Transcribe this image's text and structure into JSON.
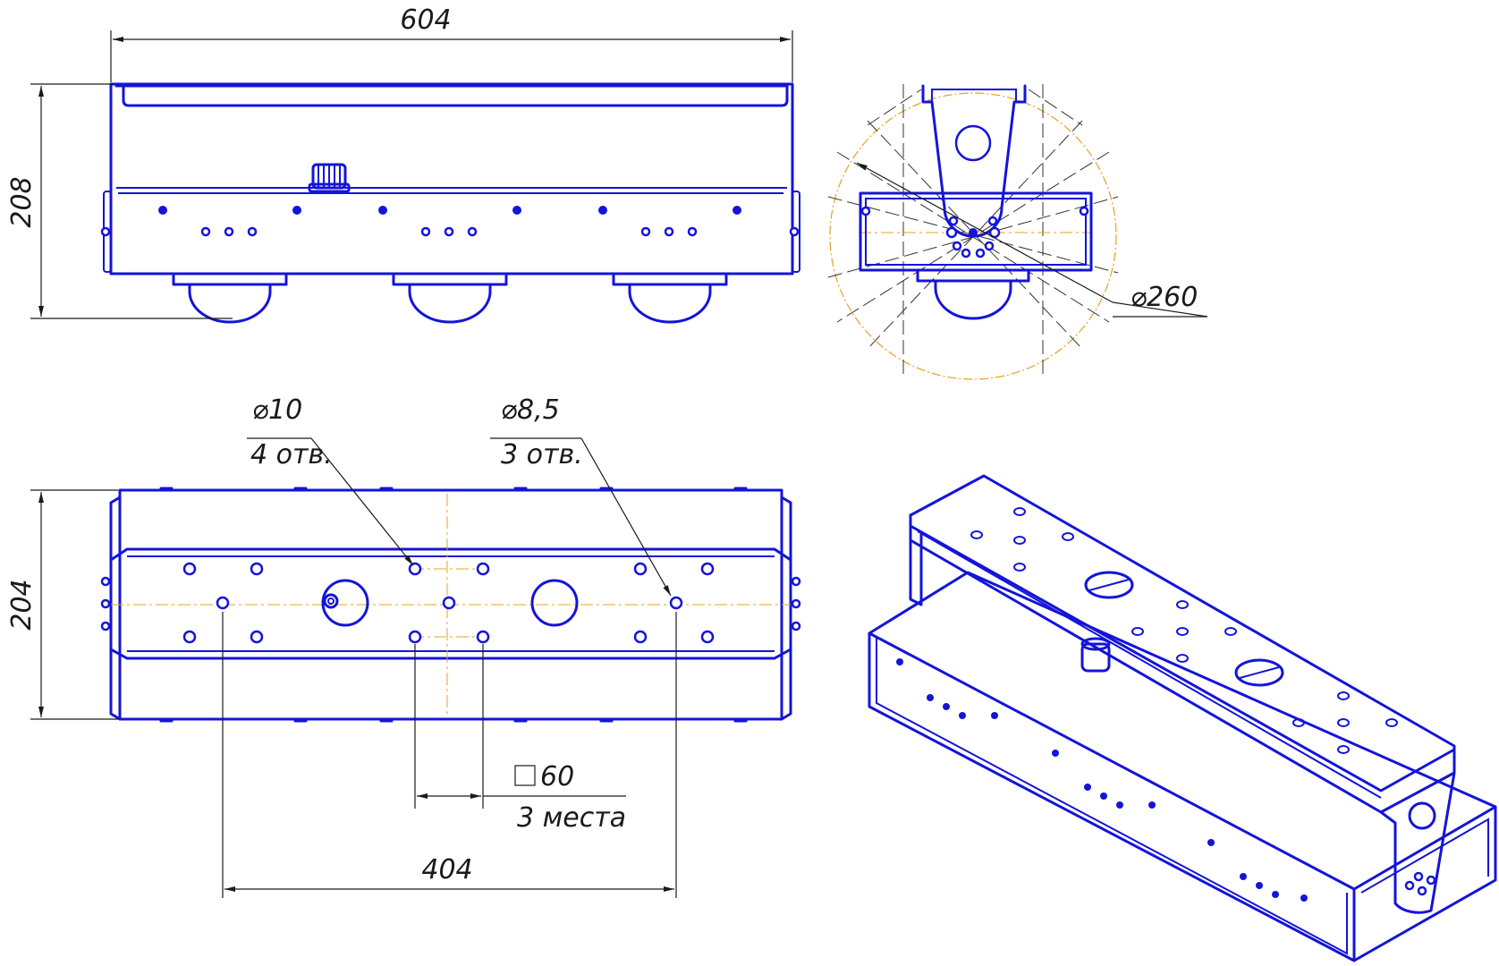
{
  "labels": {
    "overall_length": "604",
    "overall_height": "208",
    "swing_diameter": "⌀260",
    "hole_d10": "⌀10",
    "hole_d10_count": "4 отв.",
    "hole_d85": "⌀8,5",
    "hole_d85_count": "3 отв.",
    "square_size": "60",
    "square_count": "3 места",
    "hole_spacing": "404",
    "base_width": "204"
  },
  "colors": {
    "part": "#1414d9",
    "dimension": "#1a1a1a",
    "centerline": "#e8a020"
  }
}
